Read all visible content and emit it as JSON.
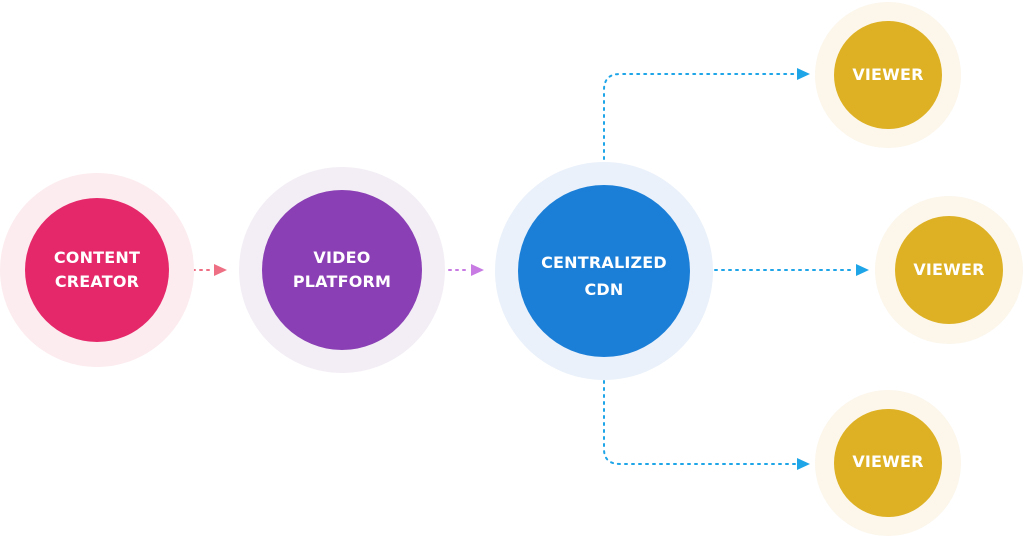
{
  "colors": {
    "creator": "#e5286a",
    "creator_halo": "#fcecef",
    "platform": "#8a3fb4",
    "platform_halo": "#f3eef5",
    "cdn": "#1b7fd8",
    "cdn_halo": "#eaf1fa",
    "viewer": "#ddb123",
    "viewer_halo": "#fcf6eb",
    "arrow_creator": "#ee6f84",
    "arrow_platform": "#c77be3",
    "arrow_cdn": "#1ea5e8"
  },
  "nodes": {
    "creator": {
      "line1": "CONTENT",
      "line2": "CREATOR"
    },
    "platform": {
      "line1": "VIDEO",
      "line2": "PLATFORM"
    },
    "cdn": {
      "line1": "CENTRALIZED",
      "line2": "CDN"
    },
    "viewer_top": {
      "label": "VIEWER"
    },
    "viewer_middle": {
      "label": "VIEWER"
    },
    "viewer_bottom": {
      "label": "VIEWER"
    }
  }
}
